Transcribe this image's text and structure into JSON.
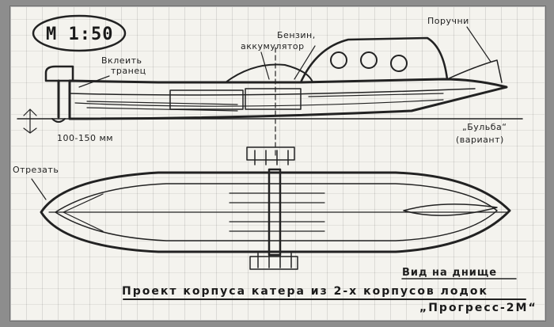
{
  "scale": "М 1:50",
  "labels": {
    "glue_transom": [
      "Вклеить",
      "транец"
    ],
    "fuel_battery": [
      "Бензин,",
      "аккумулятор"
    ],
    "handrails": "Поручни",
    "depth": "100-150 мм",
    "bulb": [
      "„Бульба“",
      "(вариант)"
    ],
    "cut": "Отрезать",
    "bottom_view": "Вид на днище"
  },
  "title": {
    "line1": "Проект корпуса катера из 2-х корпусов лодок",
    "line2": "„Прогресс-2М“"
  }
}
